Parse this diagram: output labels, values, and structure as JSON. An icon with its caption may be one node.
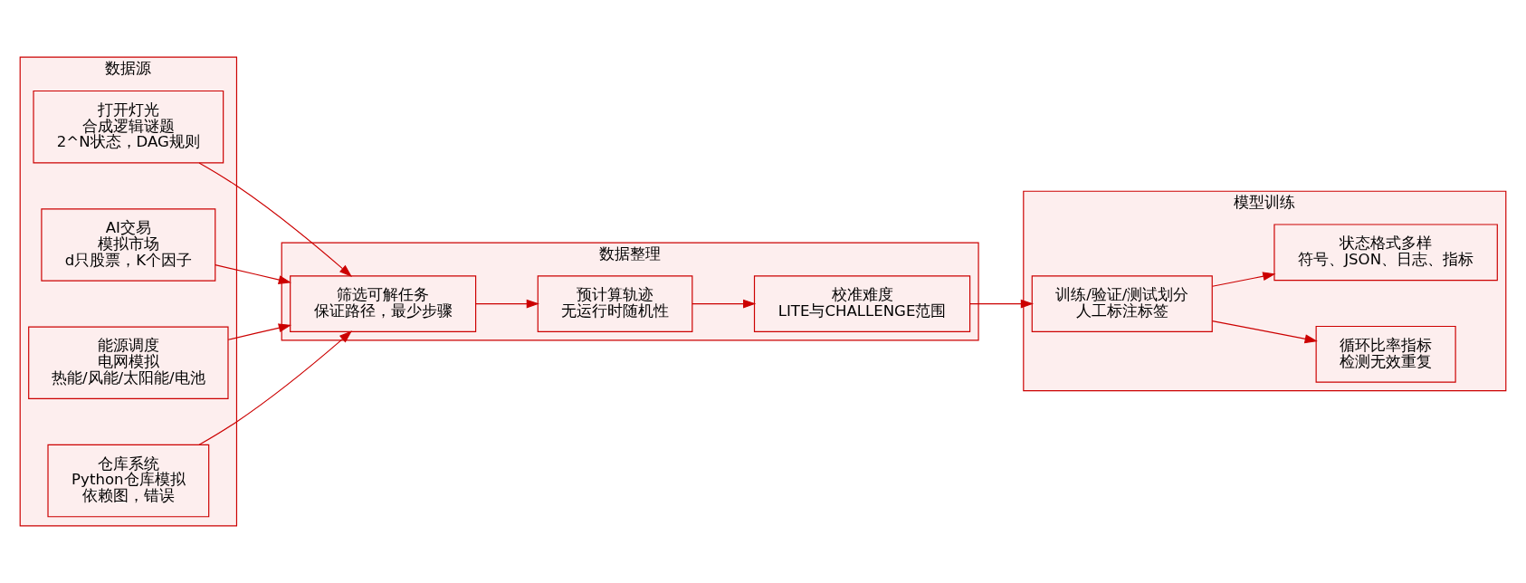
{
  "diagram": {
    "nodes": [
      {
        "text": [
          "数据源"
        ]
      },
      {
        "text": [
          "打开灯光",
          "合成逻辑谜题",
          "2^N状态，DAG规则"
        ],
        "in": 0
      },
      {
        "text": [
          "AI交易",
          "模拟市场",
          "d只股票，K个因子"
        ],
        "in": 0
      },
      {
        "text": [
          "能源调度",
          "电网模拟",
          "热能/风能/太阳能/电池"
        ],
        "in": 0
      },
      {
        "text": [
          "仓库系统",
          "Python仓库模拟",
          "依赖图，错误"
        ],
        "in": 0
      },
      {
        "text": [
          "数据整理"
        ]
      },
      {
        "text": [
          "筛选可解任务",
          "保证路径，最少步骤"
        ],
        "in": 5
      },
      {
        "text": [
          "预计算轨迹",
          "无运行时随机性"
        ],
        "in": 5
      },
      {
        "text": [
          "校准难度",
          "LITE与CHALLENGE范围"
        ],
        "in": 5
      },
      {
        "text": [
          "模型训练"
        ]
      },
      {
        "text": [
          "训练/验证/测试划分",
          "人工标注标签"
        ],
        "in": 9
      },
      {
        "text": [
          "循环比率指标",
          "检测无效重复"
        ],
        "in": 9
      },
      {
        "text": [
          "状态格式多样",
          "符号、JSON、日志、指标"
        ],
        "in": 9
      }
    ],
    "edges": [
      {
        "from": 1,
        "to": 6,
        "arrow": "to"
      },
      {
        "from": 2,
        "to": 6,
        "arrow": "to"
      },
      {
        "from": 3,
        "to": 6,
        "arrow": "to"
      },
      {
        "from": 4,
        "to": 6,
        "arrow": "to"
      },
      {
        "from": 6,
        "to": 7,
        "arrow": "to"
      },
      {
        "from": 7,
        "to": 8,
        "arrow": "to"
      },
      {
        "from": 8,
        "to": 10,
        "arrow": "to"
      },
      {
        "from": 10,
        "to": 11,
        "arrow": "to"
      },
      {
        "from": 10,
        "to": 12,
        "arrow": "to"
      }
    ]
  }
}
